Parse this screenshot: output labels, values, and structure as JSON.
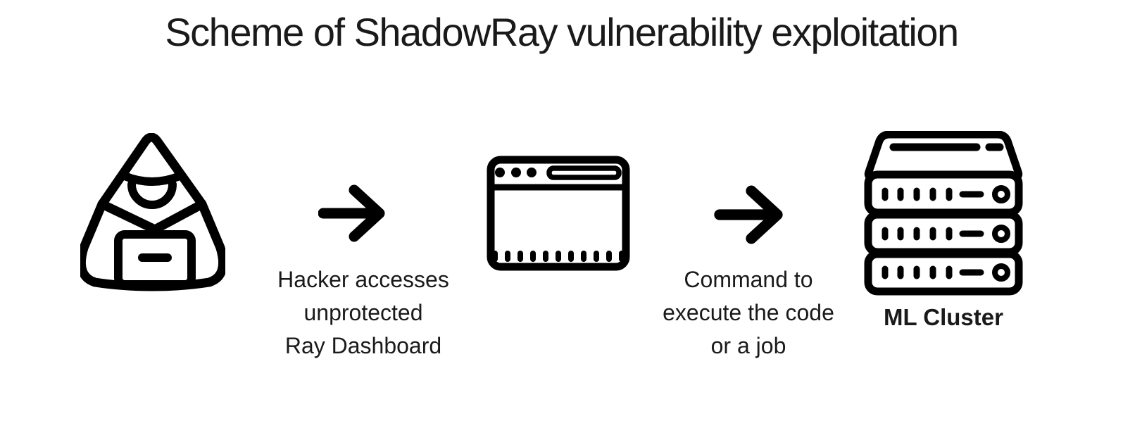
{
  "title": "Scheme of ShadowRay vulnerability exploitation",
  "colors": {
    "ink": "#000000",
    "text": "#1a1a1a",
    "background": "#ffffff"
  },
  "icons": {
    "hacker": "hooded-hacker-with-laptop",
    "arrow": "arrow-right",
    "browser": "browser-window",
    "cluster": "server-stack"
  },
  "steps": {
    "step1": {
      "caption": {
        "line1": "Hacker accesses",
        "line2": "unprotected",
        "line3": "Ray Dashboard"
      }
    },
    "step2": {
      "caption": {
        "line1": "Command to",
        "line2": "execute the code",
        "line3": "or a job"
      }
    }
  },
  "cluster_label": "ML Cluster"
}
